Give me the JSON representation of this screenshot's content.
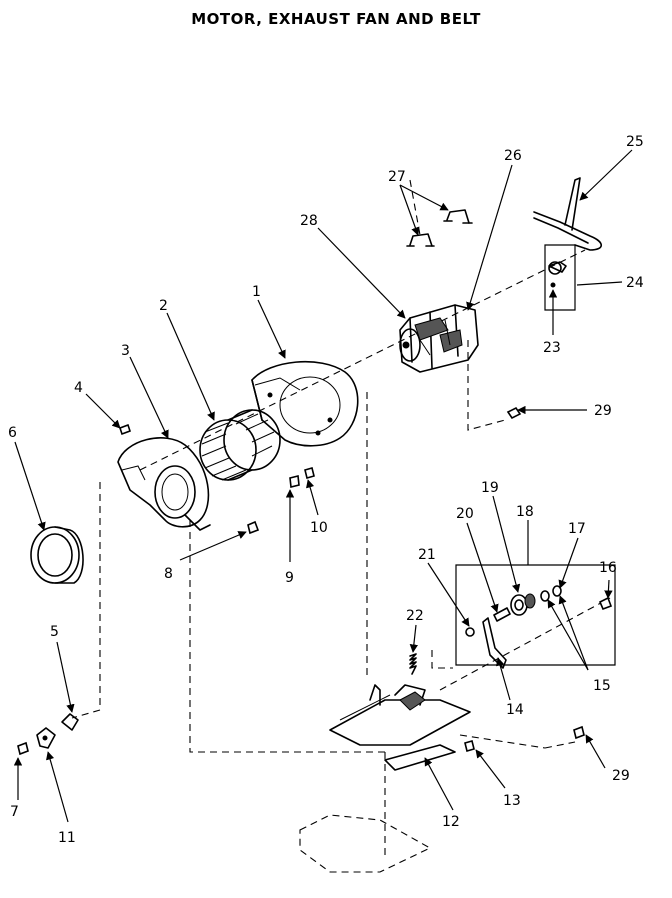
{
  "title": "MOTOR, EXHAUST FAN AND BELT",
  "callouts": {
    "c1": "1",
    "c2": "2",
    "c3": "3",
    "c4": "4",
    "c5": "5",
    "c6": "6",
    "c7": "7",
    "c8": "8",
    "c9": "9",
    "c10": "10",
    "c11": "11",
    "c12": "12",
    "c13": "13",
    "c14": "14",
    "c15": "15",
    "c16": "16",
    "c17": "17",
    "c18": "18",
    "c19": "19",
    "c20": "20",
    "c21": "21",
    "c22": "22",
    "c23": "23",
    "c24": "24",
    "c25": "25",
    "c26": "26",
    "c27": "27",
    "c28": "28",
    "c29a": "29",
    "c29b": "29"
  }
}
